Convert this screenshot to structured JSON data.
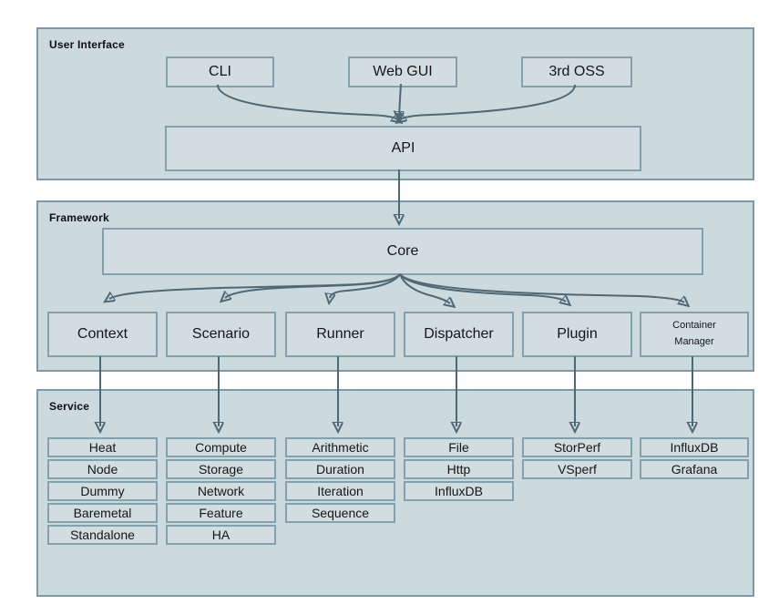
{
  "colors": {
    "background": "#ffffff",
    "section_fill": "#ccd9dd",
    "section_border": "#7d98a6",
    "box_fill": "#d1dde1",
    "box_border": "#83a0ac",
    "arrow": "#4e6876",
    "text": "#161616"
  },
  "sections": {
    "user_interface": {
      "label": "User Interface",
      "boxes": [
        {
          "label": "CLI"
        },
        {
          "label": "Web GUI"
        },
        {
          "label": "3rd OSS"
        }
      ],
      "api": {
        "label": "API"
      }
    },
    "framework": {
      "label": "Framework",
      "core": {
        "label": "Core"
      },
      "modules": [
        {
          "label": "Context"
        },
        {
          "label": "Scenario"
        },
        {
          "label": "Runner"
        },
        {
          "label": "Dispatcher"
        },
        {
          "label": "Plugin"
        },
        {
          "label": "Container Manager"
        }
      ]
    },
    "service": {
      "label": "Service",
      "columns": [
        {
          "for": "Context",
          "items": [
            "Heat",
            "Node",
            "Dummy",
            "Baremetal",
            "Standalone"
          ]
        },
        {
          "for": "Scenario",
          "items": [
            "Compute",
            "Storage",
            "Network",
            "Feature",
            "HA"
          ]
        },
        {
          "for": "Runner",
          "items": [
            "Arithmetic",
            "Duration",
            "Iteration",
            "Sequence"
          ]
        },
        {
          "for": "Dispatcher",
          "items": [
            "File",
            "Http",
            "InfluxDB"
          ]
        },
        {
          "for": "Plugin",
          "items": [
            "StorPerf",
            "VSperf"
          ]
        },
        {
          "for": "Container Manager",
          "items": [
            "InfluxDB",
            "Grafana"
          ]
        }
      ]
    }
  },
  "edges": [
    {
      "from": "CLI",
      "to": "API"
    },
    {
      "from": "Web GUI",
      "to": "API"
    },
    {
      "from": "3rd OSS",
      "to": "API"
    },
    {
      "from": "API",
      "to": "Core"
    },
    {
      "from": "Core",
      "to": "Context"
    },
    {
      "from": "Core",
      "to": "Scenario"
    },
    {
      "from": "Core",
      "to": "Runner"
    },
    {
      "from": "Core",
      "to": "Dispatcher"
    },
    {
      "from": "Core",
      "to": "Plugin"
    },
    {
      "from": "Core",
      "to": "Container Manager"
    },
    {
      "from": "Context",
      "to": "Heat|Node|Dummy|Baremetal|Standalone"
    },
    {
      "from": "Scenario",
      "to": "Compute|Storage|Network|Feature|HA"
    },
    {
      "from": "Runner",
      "to": "Arithmetic|Duration|Iteration|Sequence"
    },
    {
      "from": "Dispatcher",
      "to": "File|Http|InfluxDB"
    },
    {
      "from": "Plugin",
      "to": "StorPerf|VSperf"
    },
    {
      "from": "Container Manager",
      "to": "InfluxDB|Grafana"
    }
  ]
}
